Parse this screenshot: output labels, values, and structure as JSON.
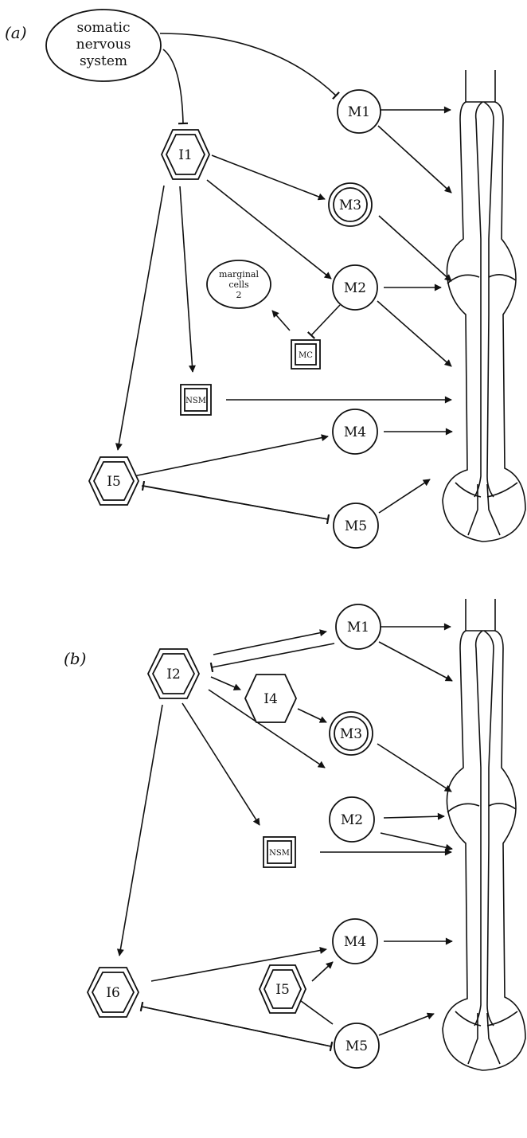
{
  "panels": [
    {
      "label": "(a)",
      "nodes": {
        "sns": {
          "lines": [
            "somatic",
            "nervous",
            "system"
          ]
        },
        "I1": {
          "label": "I1"
        },
        "M1": {
          "label": "M1"
        },
        "M3": {
          "label": "M3"
        },
        "M2": {
          "label": "M2"
        },
        "marginal": {
          "lines": [
            "marginal",
            "cells",
            "2"
          ]
        },
        "MC": {
          "label": "MC"
        },
        "NSM": {
          "label": "NSM"
        },
        "M4": {
          "label": "M4"
        },
        "I5": {
          "label": "I5"
        },
        "M5": {
          "label": "M5"
        }
      }
    },
    {
      "label": "(b)",
      "nodes": {
        "I2": {
          "label": "I2"
        },
        "M1": {
          "label": "M1"
        },
        "I4": {
          "label": "I4"
        },
        "M3": {
          "label": "M3"
        },
        "M2": {
          "label": "M2"
        },
        "NSM": {
          "label": "NSM"
        },
        "M4": {
          "label": "M4"
        },
        "I5": {
          "label": "I5"
        },
        "I6": {
          "label": "I6"
        },
        "M5": {
          "label": "M5"
        }
      }
    }
  ]
}
